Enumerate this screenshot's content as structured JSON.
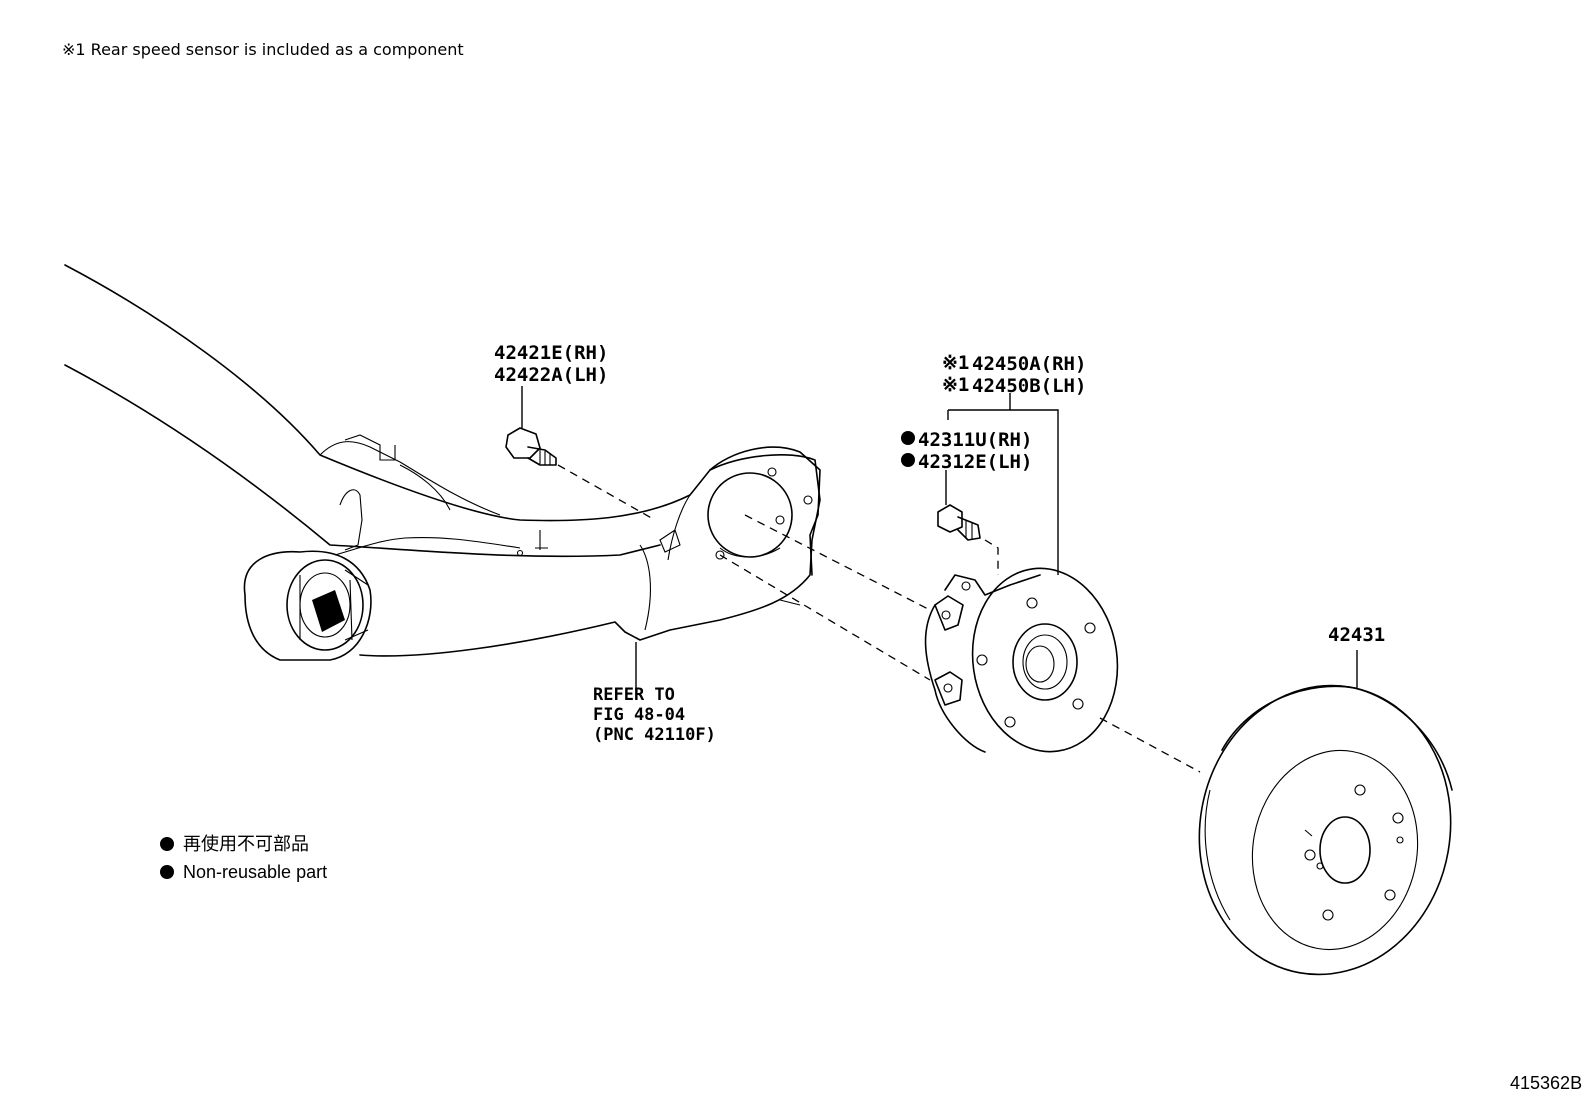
{
  "header_note": "※1 Rear speed sensor is included as a component",
  "labels": {
    "bolt_rh": "42421E(RH)",
    "bolt_lh": "42422A(LH)",
    "hub_rh": "42450A(RH)",
    "hub_lh": "42450B(LH)",
    "hub_mark": "※1",
    "hubbolt_rh": "42311U(RH)",
    "hubbolt_lh": "42312E(LH)",
    "disc": "42431",
    "refer_line1": "REFER TO",
    "refer_line2": "FIG 48-04",
    "refer_line3": "(PNC 42110F)"
  },
  "legend": {
    "japanese": "再使用不可部品",
    "english": "Non-reusable part"
  },
  "figure_id": "415362B"
}
